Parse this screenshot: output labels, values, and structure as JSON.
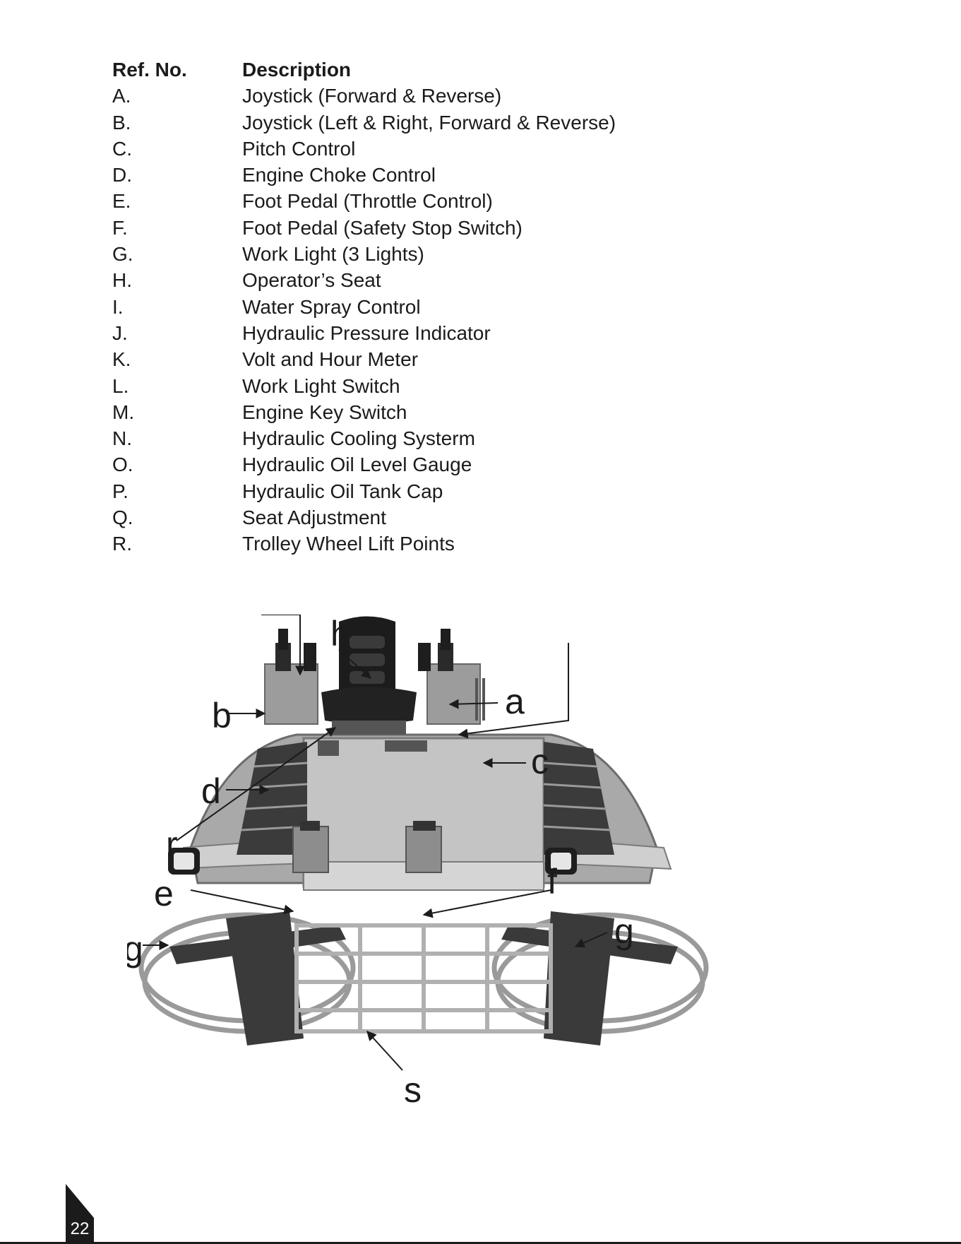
{
  "table": {
    "header": {
      "ref": "Ref. No.",
      "description": "Description"
    },
    "rows": [
      {
        "ref": "A.",
        "description": "Joystick (Forward & Reverse)"
      },
      {
        "ref": "B.",
        "description": "Joystick (Left & Right, Forward & Reverse)"
      },
      {
        "ref": "C.",
        "description": "Pitch Control"
      },
      {
        "ref": "D.",
        "description": "Engine Choke Control"
      },
      {
        "ref": "E.",
        "description": "Foot Pedal (Throttle Control)"
      },
      {
        "ref": "F.",
        "description": "Foot Pedal (Safety Stop Switch)"
      },
      {
        "ref": "G.",
        "description": "Work Light (3 Lights)"
      },
      {
        "ref": "H.",
        "description": "Operator’s Seat"
      },
      {
        "ref": "I.",
        "description": "Water Spray Control"
      },
      {
        "ref": "J.",
        "description": "Hydraulic Pressure Indicator"
      },
      {
        "ref": "K.",
        "description": "Volt and Hour Meter"
      },
      {
        "ref": "L.",
        "description": "Work Light Switch"
      },
      {
        "ref": "M.",
        "description": "Engine Key Switch"
      },
      {
        "ref": "N.",
        "description": "Hydraulic Cooling Systerm"
      },
      {
        "ref": "O.",
        "description": "Hydraulic Oil Level Gauge"
      },
      {
        "ref": "P.",
        "description": "Hydraulic Oil Tank Cap"
      },
      {
        "ref": "Q.",
        "description": "Seat Adjustment"
      },
      {
        "ref": "R.",
        "description": "Trolley Wheel Lift Points"
      }
    ]
  },
  "figure": {
    "callouts": {
      "a": "a",
      "b": "b",
      "c": "c",
      "d": "d",
      "e": "e",
      "f": "f",
      "g_left": "g",
      "g_right": "g",
      "h": "h",
      "r": "r",
      "s": "s"
    }
  },
  "page": {
    "number": "22"
  }
}
